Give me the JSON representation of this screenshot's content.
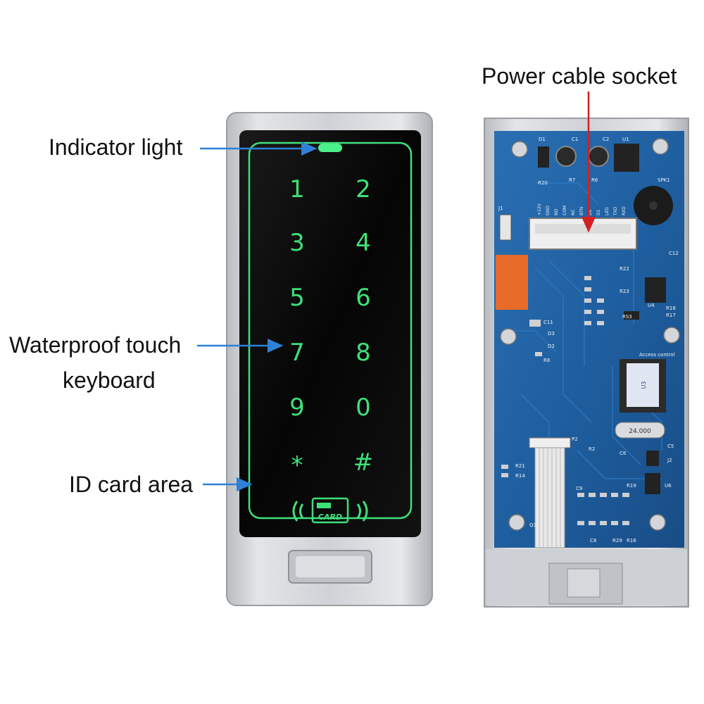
{
  "callouts": {
    "indicator": "Indicator light",
    "keyboard_line1": "Waterproof touch",
    "keyboard_line2": "keyboard",
    "card_area": "ID card area",
    "power_socket": "Power cable socket"
  },
  "keypad": {
    "keys": [
      "1",
      "2",
      "3",
      "4",
      "5",
      "6",
      "7",
      "8",
      "9",
      "0",
      "*",
      "#"
    ],
    "card_label": "CARD"
  },
  "pcb": {
    "silkscreen": [
      "D1",
      "C1",
      "C2",
      "U1",
      "R20",
      "R7",
      "R6",
      "SPK1",
      "J1",
      "C12",
      "R22",
      "R23",
      "U4",
      "R18",
      "R17",
      "RS3",
      "C11",
      "D3",
      "D2",
      "R8",
      "U3",
      "Access control",
      "P2",
      "R2",
      "C6",
      "C5",
      "J2",
      "R21",
      "R14",
      "U6",
      "C9",
      "C8",
      "R19",
      "R29",
      "R16",
      "Q3",
      "24.000"
    ],
    "connector_pins": [
      "+12V",
      "GND",
      "NO",
      "COM",
      "NC",
      "BTN",
      "D0",
      "D1",
      "LED",
      "TXD",
      "RXD"
    ]
  },
  "colors": {
    "accent_arrow_blue": "#2f80d6",
    "socket_arrow_red": "#d42020",
    "keypad_green": "#3fe07a",
    "pcb_blue": "#1f5fa0",
    "metal_silver": "#c8cbcf"
  }
}
